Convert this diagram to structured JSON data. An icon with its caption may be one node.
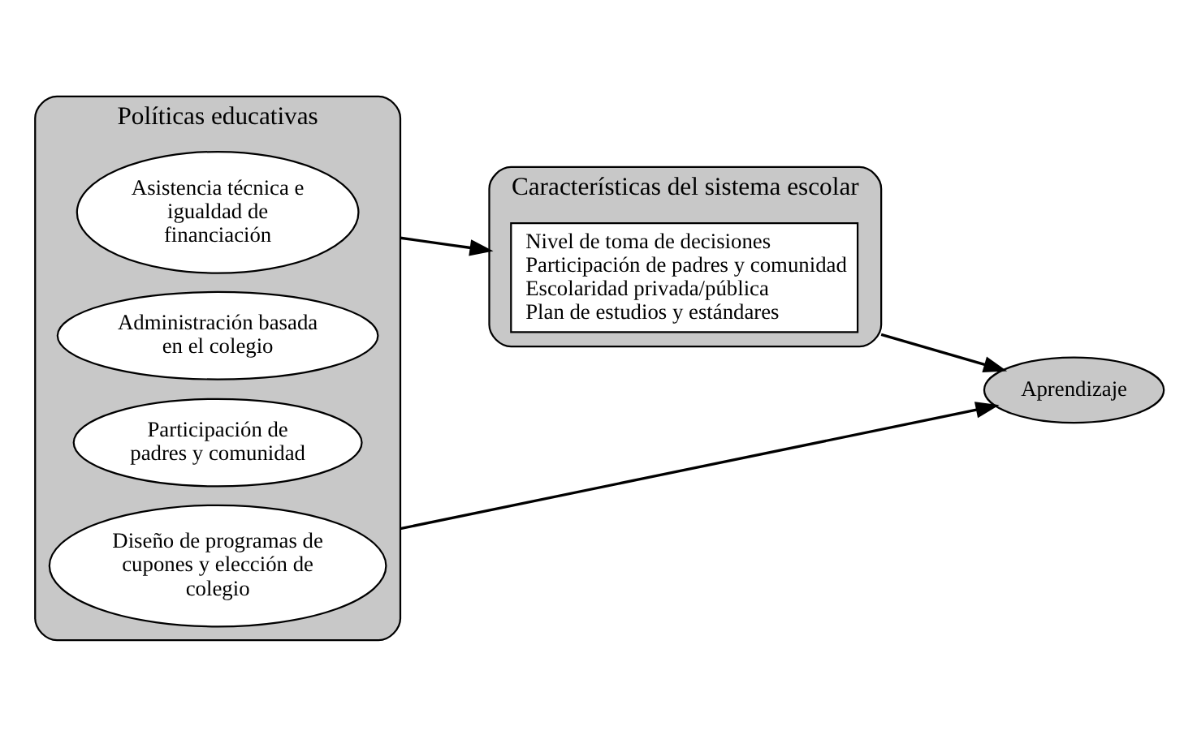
{
  "diagram": {
    "nodes": [
      {
        "text": [
          "Políticas educativas"
        ]
      },
      {
        "text": [
          "Asistencia técnica e igualdad de financiación"
        ],
        "in": 0
      },
      {
        "text": [
          "Administración basada en el colegio"
        ],
        "in": 0
      },
      {
        "text": [
          "Participación de padres y comunidad"
        ],
        "in": 0
      },
      {
        "text": [
          "Diseño de programas de cupones y elección de colegio"
        ],
        "in": 0
      },
      {
        "text": [
          "Características del sistema escolar"
        ]
      },
      {
        "text": [
          "Nivel de toma de decisiones",
          "Participación de padres y comunidad",
          "Escolaridad privada/pública",
          "Plan de estudios y estándares"
        ],
        "in": 5
      },
      {
        "text": [
          "Aprendizaje"
        ]
      }
    ],
    "edges": [
      {
        "from": 0,
        "to": 5,
        "arrow": "to"
      },
      {
        "from": 5,
        "to": 7,
        "arrow": "to"
      },
      {
        "from": 0,
        "to": 7,
        "arrow": "to"
      }
    ]
  }
}
